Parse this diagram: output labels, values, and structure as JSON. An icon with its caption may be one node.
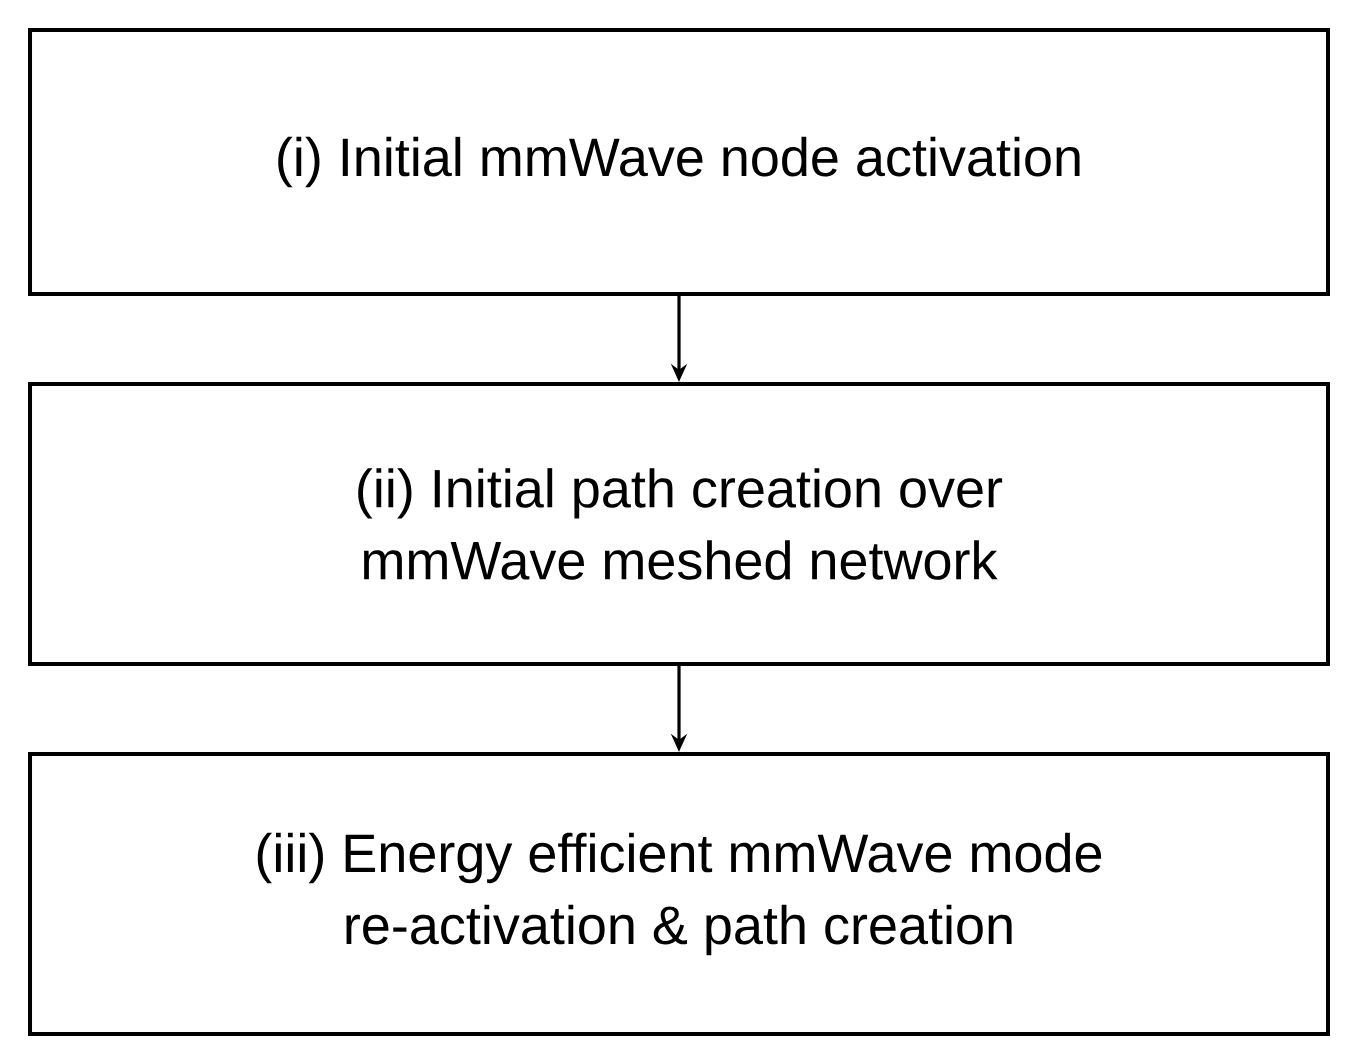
{
  "diagram": {
    "nodes": [
      {
        "text": [
          "(i) Initial mmWave node activation"
        ]
      },
      {
        "text": [
          "(ii) Initial path creation over mmWave meshed network"
        ]
      },
      {
        "text": [
          "(iii) Energy efficient mmWave mode re-activation & path creation"
        ]
      }
    ],
    "edges": [
      {
        "from": 0,
        "to": 1,
        "arrow": "to"
      },
      {
        "from": 1,
        "to": 2,
        "arrow": "to"
      }
    ]
  }
}
